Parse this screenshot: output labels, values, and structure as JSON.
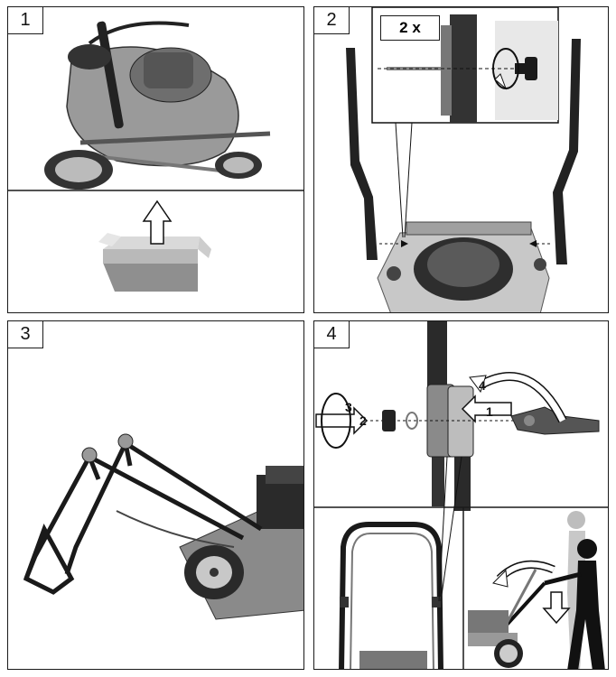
{
  "panels": [
    {
      "number": "1"
    },
    {
      "number": "2",
      "inset_label": "2 x"
    },
    {
      "number": "3"
    },
    {
      "number": "4",
      "steps": [
        "1",
        "2",
        "3",
        "4"
      ]
    }
  ],
  "colors": {
    "frame": "#1a1a1a",
    "grey_dark": "#3a3a3a",
    "grey_mid": "#8a8a8a",
    "grey_light": "#cfcfcf",
    "white": "#ffffff"
  }
}
